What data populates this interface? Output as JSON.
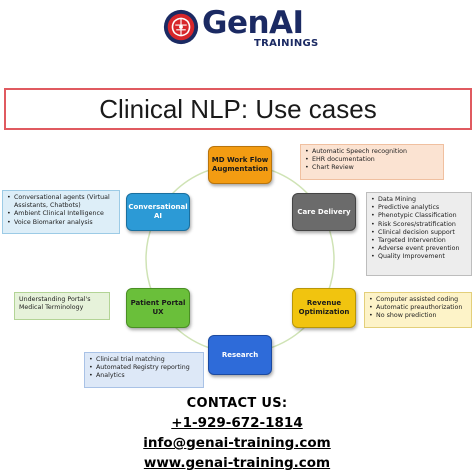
{
  "brand": {
    "name": "GenAI",
    "badge": "AI",
    "sub": "TRAININGS",
    "colors": {
      "navy": "#1b2a63",
      "red": "#d7262b"
    }
  },
  "title": "Clinical NLP: Use cases",
  "nodes": {
    "md_workflow": "MD Work Flow Augmentation",
    "care_delivery": "Care Delivery",
    "revenue": "Revenue Optimization",
    "research": "Research",
    "patient_portal": "Patient Portal UX",
    "conversational": "Conversational AI"
  },
  "info": {
    "md_workflow": [
      "Automatic Speech recognition",
      "EHR documentation",
      "Chart Review"
    ],
    "care_delivery": [
      "Data Mining",
      "Predictive analytics",
      "Phenotypic Classification",
      "Risk Scores/stratification",
      "Clinical decision support",
      "Targeted Intervention",
      "Adverse event prevention",
      "Quality Improvement"
    ],
    "revenue": [
      "Computer assisted coding",
      "Automatic preauthorization",
      "No show prediction"
    ],
    "research": [
      "Clinical trial matching",
      "Automated Registry reporting",
      "Analytics"
    ],
    "patient_portal": "Understanding Portal's Medical Terminology",
    "conversational": [
      "Conversational agents (Virtual Assistants, Chatbots)",
      "Ambient Clinical Intelligence",
      "Voice Biomarker analysis"
    ]
  },
  "contact": {
    "heading": "CONTACT US:",
    "phone": "+1-929-672-1814",
    "email": "info@genai-training.com",
    "website": "www.genai-training.com"
  }
}
